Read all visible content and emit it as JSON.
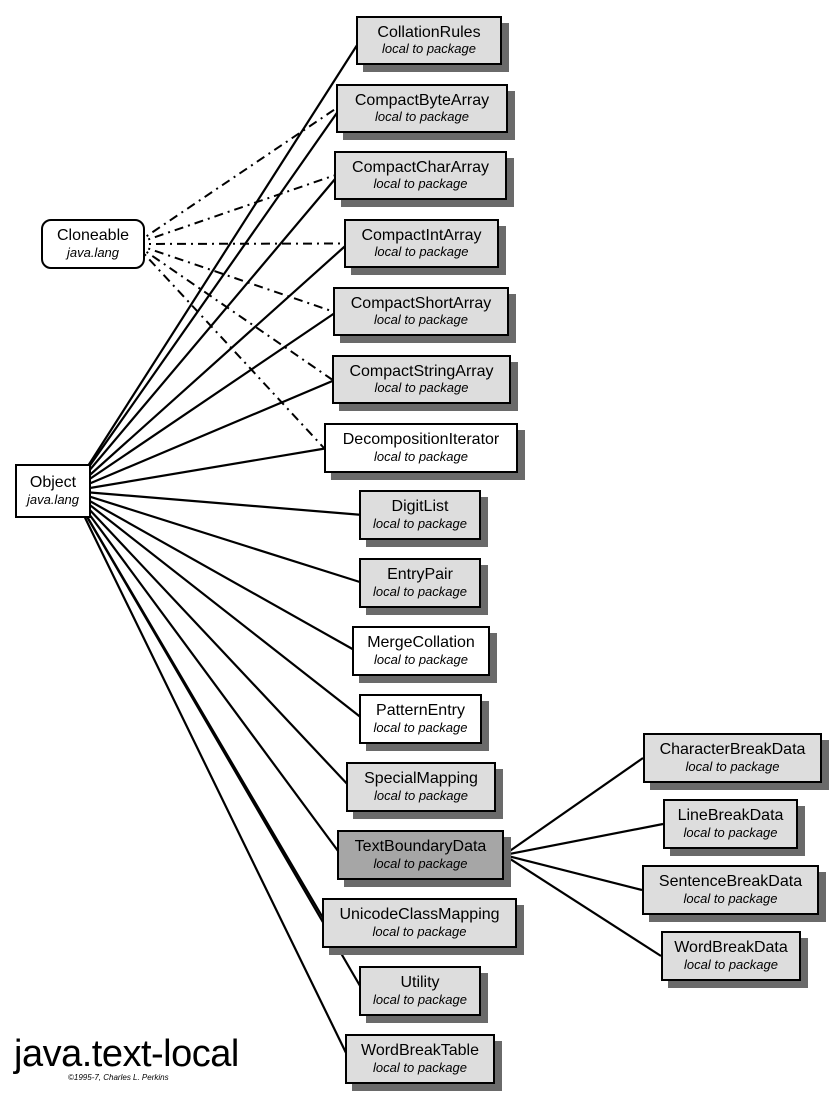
{
  "diagram": {
    "title": "java.text-local",
    "copyright": "©1995-7, Charles L. Perkins",
    "roots": {
      "object": {
        "name": "Object",
        "package": "java.lang"
      },
      "cloneable": {
        "name": "Cloneable",
        "package": "java.lang"
      }
    },
    "classes": [
      {
        "id": "CollationRules",
        "name": "CollationRules",
        "package": "local to package",
        "style": "gray",
        "parent": "Object",
        "implements": []
      },
      {
        "id": "CompactByteArray",
        "name": "CompactByteArray",
        "package": "local to package",
        "style": "gray",
        "parent": "Object",
        "implements": [
          "Cloneable"
        ]
      },
      {
        "id": "CompactCharArray",
        "name": "CompactCharArray",
        "package": "local to package",
        "style": "gray",
        "parent": "Object",
        "implements": [
          "Cloneable"
        ]
      },
      {
        "id": "CompactIntArray",
        "name": "CompactIntArray",
        "package": "local to package",
        "style": "gray",
        "parent": "Object",
        "implements": [
          "Cloneable"
        ]
      },
      {
        "id": "CompactShortArray",
        "name": "CompactShortArray",
        "package": "local to package",
        "style": "gray",
        "parent": "Object",
        "implements": [
          "Cloneable"
        ]
      },
      {
        "id": "CompactStringArray",
        "name": "CompactStringArray",
        "package": "local to package",
        "style": "gray",
        "parent": "Object",
        "implements": [
          "Cloneable"
        ]
      },
      {
        "id": "DecompositionIterator",
        "name": "DecompositionIterator",
        "package": "local to package",
        "style": "white",
        "parent": "Object",
        "implements": [
          "Cloneable"
        ]
      },
      {
        "id": "DigitList",
        "name": "DigitList",
        "package": "local to package",
        "style": "gray",
        "parent": "Object",
        "implements": []
      },
      {
        "id": "EntryPair",
        "name": "EntryPair",
        "package": "local to package",
        "style": "gray",
        "parent": "Object",
        "implements": []
      },
      {
        "id": "MergeCollation",
        "name": "MergeCollation",
        "package": "local to package",
        "style": "white",
        "parent": "Object",
        "implements": []
      },
      {
        "id": "PatternEntry",
        "name": "PatternEntry",
        "package": "local to package",
        "style": "white",
        "parent": "Object",
        "implements": []
      },
      {
        "id": "SpecialMapping",
        "name": "SpecialMapping",
        "package": "local to package",
        "style": "gray",
        "parent": "Object",
        "implements": []
      },
      {
        "id": "TextBoundaryData",
        "name": "TextBoundaryData",
        "package": "local to package",
        "style": "dark",
        "parent": "Object",
        "implements": []
      },
      {
        "id": "UnicodeClassMapping",
        "name": "UnicodeClassMapping",
        "package": "local to package",
        "style": "gray",
        "parent": "Object",
        "implements": []
      },
      {
        "id": "Utility",
        "name": "Utility",
        "package": "local to package",
        "style": "gray",
        "parent": "Object",
        "implements": []
      },
      {
        "id": "WordBreakTable",
        "name": "WordBreakTable",
        "package": "local to package",
        "style": "gray",
        "parent": "Object",
        "implements": []
      },
      {
        "id": "CharacterBreakData",
        "name": "CharacterBreakData",
        "package": "local to package",
        "style": "gray",
        "parent": "TextBoundaryData",
        "implements": []
      },
      {
        "id": "LineBreakData",
        "name": "LineBreakData",
        "package": "local to package",
        "style": "gray",
        "parent": "TextBoundaryData",
        "implements": []
      },
      {
        "id": "SentenceBreakData",
        "name": "SentenceBreakData",
        "package": "local to package",
        "style": "gray",
        "parent": "TextBoundaryData",
        "implements": []
      },
      {
        "id": "WordBreakData",
        "name": "WordBreakData",
        "package": "local to package",
        "style": "gray",
        "parent": "TextBoundaryData",
        "implements": []
      }
    ]
  }
}
